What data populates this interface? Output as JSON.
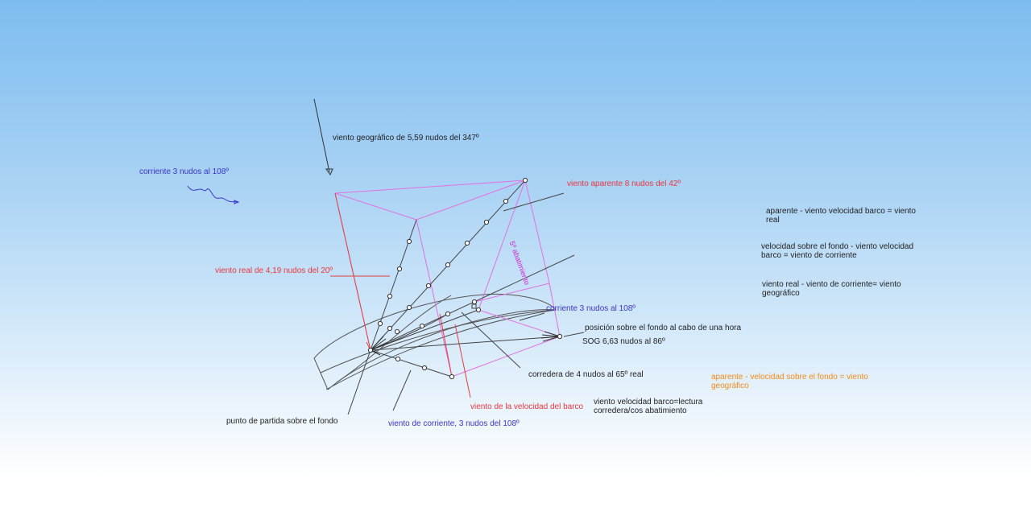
{
  "labels": {
    "geo_wind": "viento geográfico de 5,59 nudos del 347º",
    "current_top": "corriente 3 nudos al 108º",
    "apparent_wind": "viento aparente 8 nudos del 42º",
    "real_wind": "viento real de 4,19 nudos del 20º",
    "abatimiento": "5º abatimiento",
    "current_mid": "corriente 3 nudos al 108º",
    "position": "posición sobre el fondo al cabo de una hora",
    "sog": "SOG 6,63 nudos al 86º",
    "corredera": "corredera de 4 nudos al 65º real",
    "boat_speed_wind": "viento de la velocidad del barco",
    "boat_speed_formula": "viento velocidad barco=lectura corredera/cos abatimiento",
    "start_point": "punto de partida sobre el fondo",
    "current_wind": "viento de corriente, 3 nudos del 108º"
  },
  "notes": {
    "note1": "aparente - viento velocidad barco = viento real",
    "note2": "velocidad sobre el fondo - viento velocidad barco = viento de corriente",
    "note3": "viento real - viento de corriente= viento geográfico",
    "note4": "aparente - velocidad sobre el fondo = viento geográfico"
  },
  "colors": {
    "dark": "#222222",
    "red": "#e8383d",
    "blue": "#3b34c8",
    "orange": "#f28a1a",
    "magenta": "#d21fd2"
  }
}
